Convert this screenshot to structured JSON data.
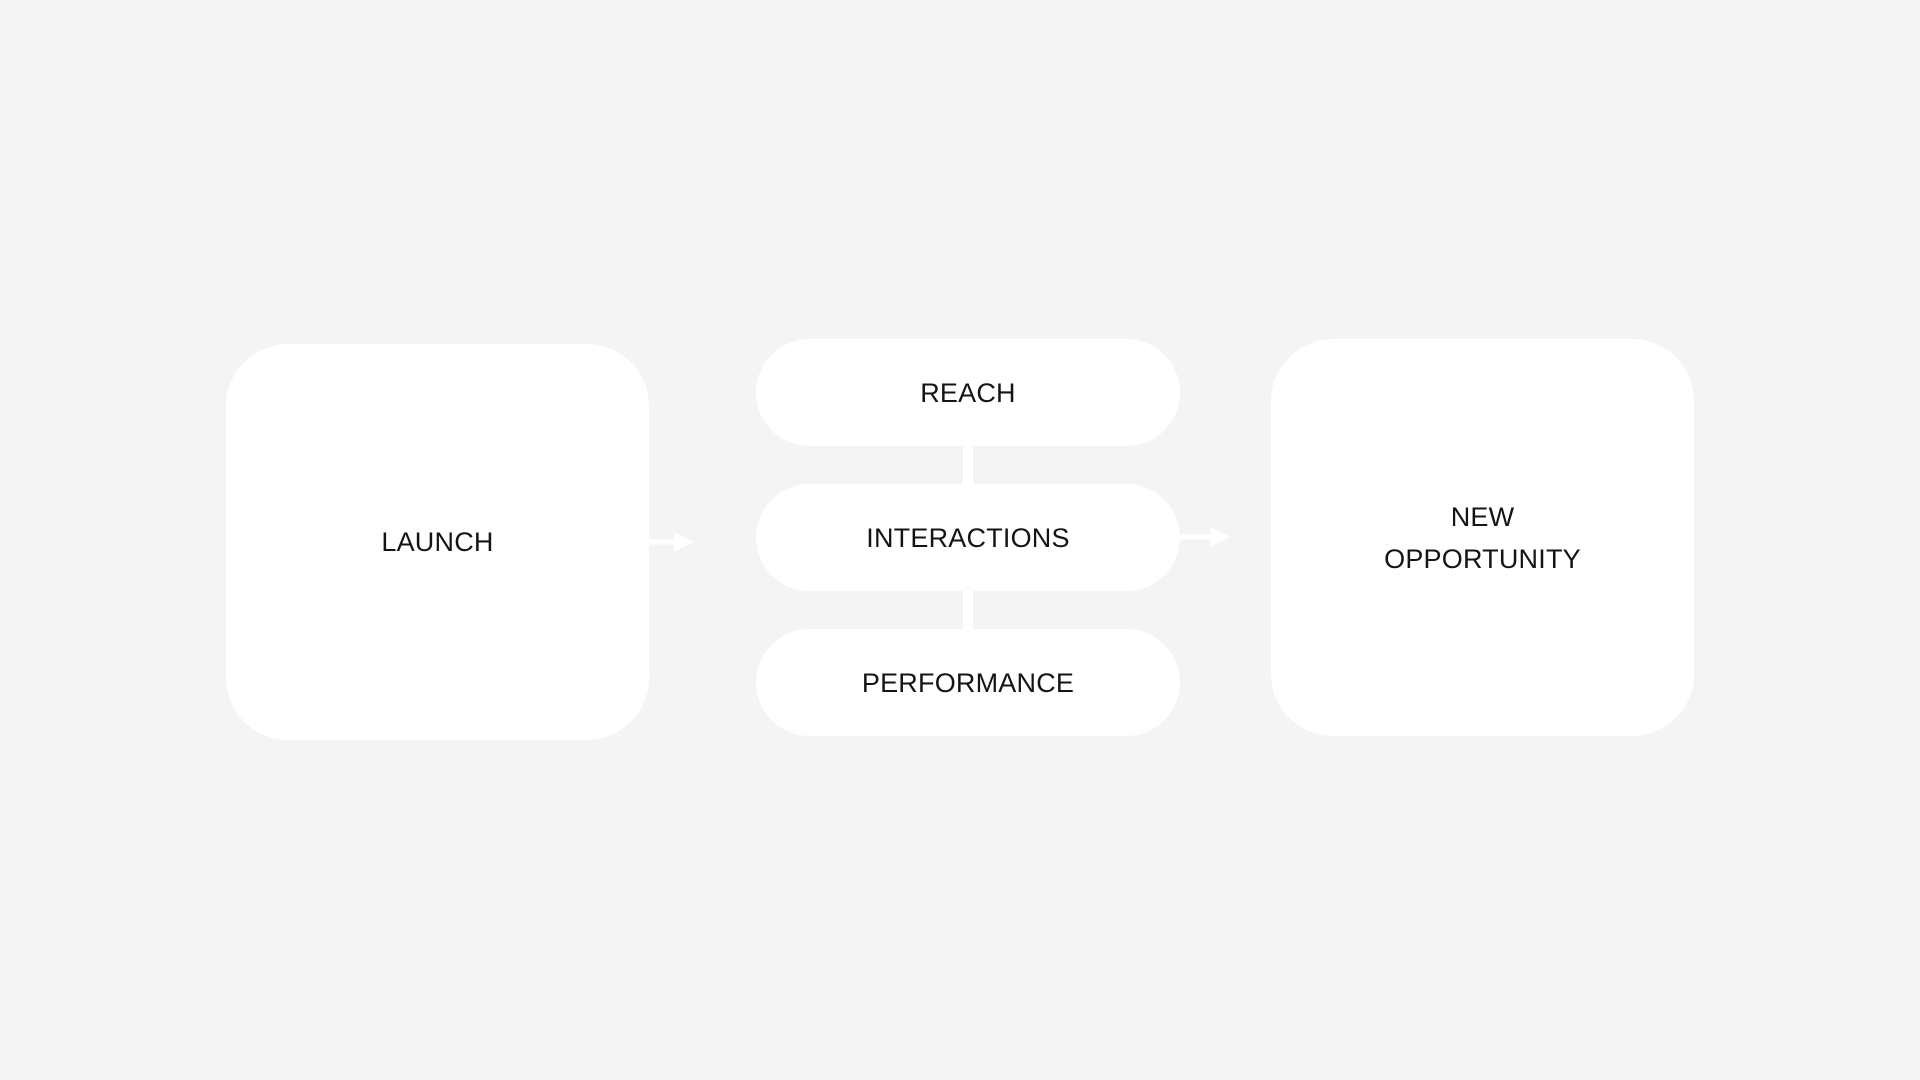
{
  "diagram": {
    "nodes": {
      "launch": {
        "label": "LAUNCH"
      },
      "reach": {
        "label": "REACH"
      },
      "interactions": {
        "label": "INTERACTIONS"
      },
      "performance": {
        "label": "PERFORMANCE"
      },
      "new_opportunity": {
        "label": "NEW\nOPPORTUNITY"
      }
    },
    "edges": [
      {
        "from": "LAUNCH",
        "to": "INTERACTIONS",
        "kind": "arrow"
      },
      {
        "from": "REACH",
        "to": "INTERACTIONS",
        "kind": "line"
      },
      {
        "from": "INTERACTIONS",
        "to": "PERFORMANCE",
        "kind": "line"
      },
      {
        "from": "INTERACTIONS",
        "to": "NEW OPPORTUNITY",
        "kind": "arrow"
      }
    ],
    "colors": {
      "background": "#f4f4f4",
      "node_fill": "#ffffff",
      "text": "#141414"
    }
  }
}
